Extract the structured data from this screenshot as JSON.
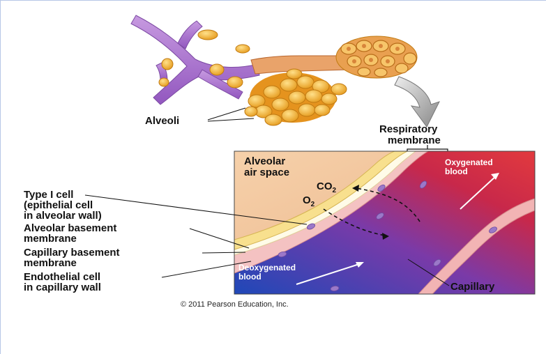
{
  "labels": {
    "alveoli": "Alveoli",
    "respiratory_membrane_1": "Respiratory",
    "respiratory_membrane_2": "membrane",
    "alveolar_air_space_1": "Alveolar",
    "alveolar_air_space_2": "air space",
    "oxygenated_blood_1": "Oxygenated",
    "oxygenated_blood_2": "blood",
    "deoxygenated_blood_1": "Deoxygenated",
    "deoxygenated_blood_2": "blood",
    "co2": "CO",
    "co2_sub": "2",
    "o2": "O",
    "o2_sub": "2",
    "type1_cell_1": "Type I cell",
    "type1_cell_2": "(epithelial cell",
    "type1_cell_3": "in alveolar wall)",
    "alveolar_bm_1": "Alveolar basement",
    "alveolar_bm_2": "membrane",
    "capillary_bm_1": "Capillary  basement",
    "capillary_bm_2": "membrane",
    "endothelial_1": "Endothelial cell",
    "endothelial_2": "in capillary wall",
    "capillary": "Capillary",
    "copyright": "© 2011 Pearson Education, Inc."
  },
  "colors": {
    "bronchiole": "#b07ad0",
    "alveolus": "#f2b233",
    "air_space": "#f4c9a0",
    "epithelium": "#f7e29a",
    "endothelium": "#f3b8b8",
    "blood_oxygenated": "#d92a3a",
    "blood_deoxygenated": "#2e4bb8",
    "cell_nucleus": "#9b78c8"
  }
}
